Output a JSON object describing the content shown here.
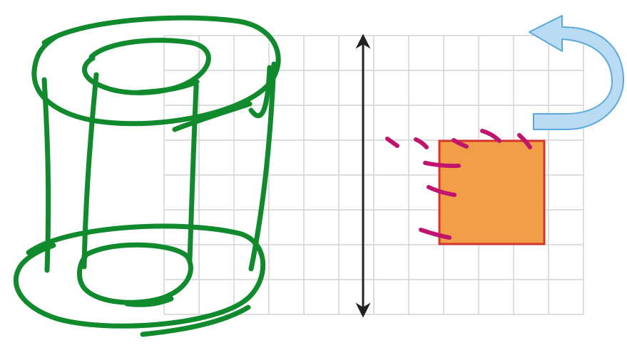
{
  "colors": {
    "grid": "#d4d4d4",
    "axis": "#222222",
    "square_fill": "#f29e48",
    "square_stroke": "#d6362a",
    "sketch": "#118a2e",
    "hatch": "#c0146e",
    "rotation_arrow_fill": "#b9dcf4",
    "rotation_arrow_stroke": "#5aa8dc"
  },
  "icons": {
    "axis": "double-headed-vertical-arrow",
    "rotation": "curved-rotation-arrow",
    "solid": "hand-drawn-cylinder-with-hole"
  },
  "grid": {
    "columns": 12,
    "rows": 8
  },
  "axis_of_rotation": {
    "column": 6,
    "row_start": 0,
    "row_end": 8
  },
  "square": {
    "column_start": 8,
    "column_end": 11,
    "row_start": 3,
    "row_end": 6
  }
}
